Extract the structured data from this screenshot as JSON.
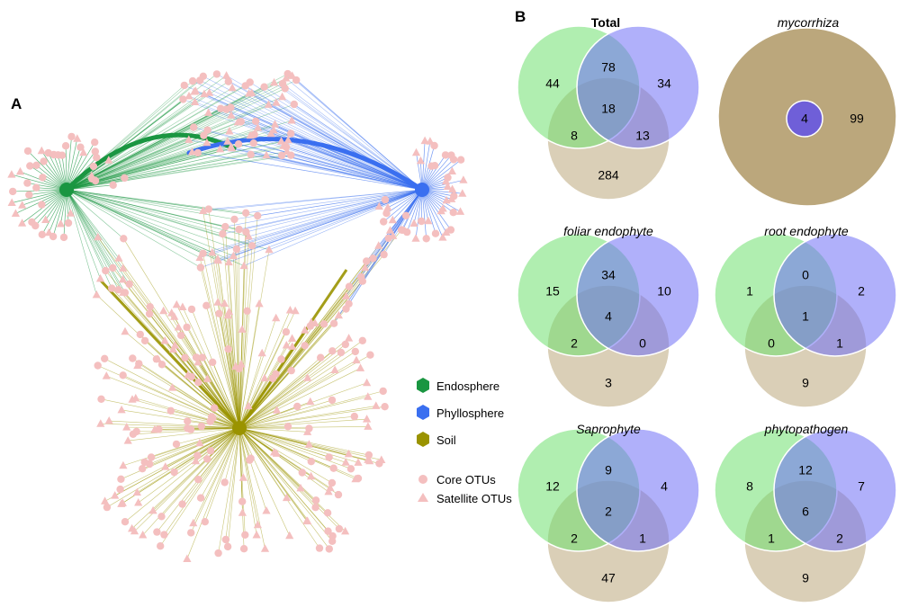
{
  "panel_a": {
    "label": "A",
    "legend": {
      "hubs": [
        {
          "name": "Endosphere",
          "color": "#1a9641"
        },
        {
          "name": "Phyllosphere",
          "color": "#3a6ff0"
        },
        {
          "name": "Soil",
          "color": "#9a9300"
        }
      ],
      "node_types": [
        {
          "name": "Core OTUs",
          "shape": "circle",
          "color": "#f4bfbf"
        },
        {
          "name": "Satellite OTUs",
          "shape": "triangle",
          "color": "#f4bfbf"
        }
      ]
    }
  },
  "panel_b": {
    "label": "B",
    "set_colors": {
      "green": "#6fe06f",
      "blue": "#7070f5",
      "tan": "#bba77c"
    },
    "venns": [
      {
        "title": "Total",
        "style": "bold",
        "g": "44",
        "b": "34",
        "t": "284",
        "gb": "78",
        "gt": "8",
        "bt": "13",
        "gbt": "18"
      },
      {
        "title": "mycorrhiza",
        "style": "italic",
        "inner": "4",
        "outer": "99"
      },
      {
        "title": "foliar endophyte",
        "style": "italic",
        "g": "15",
        "b": "10",
        "t": "3",
        "gb": "34",
        "gt": "2",
        "bt": "0",
        "gbt": "4"
      },
      {
        "title": "root endophyte",
        "style": "italic",
        "g": "1",
        "b": "2",
        "t": "9",
        "gb": "0",
        "gt": "0",
        "bt": "1",
        "gbt": "1"
      },
      {
        "title": "Saprophyte",
        "style": "italic",
        "g": "12",
        "b": "4",
        "t": "47",
        "gb": "9",
        "gt": "2",
        "bt": "1",
        "gbt": "2"
      },
      {
        "title": "phytopathogen",
        "style": "italic",
        "g": "8",
        "b": "7",
        "t": "9",
        "gb": "12",
        "gt": "1",
        "bt": "2",
        "gbt": "6"
      }
    ]
  }
}
